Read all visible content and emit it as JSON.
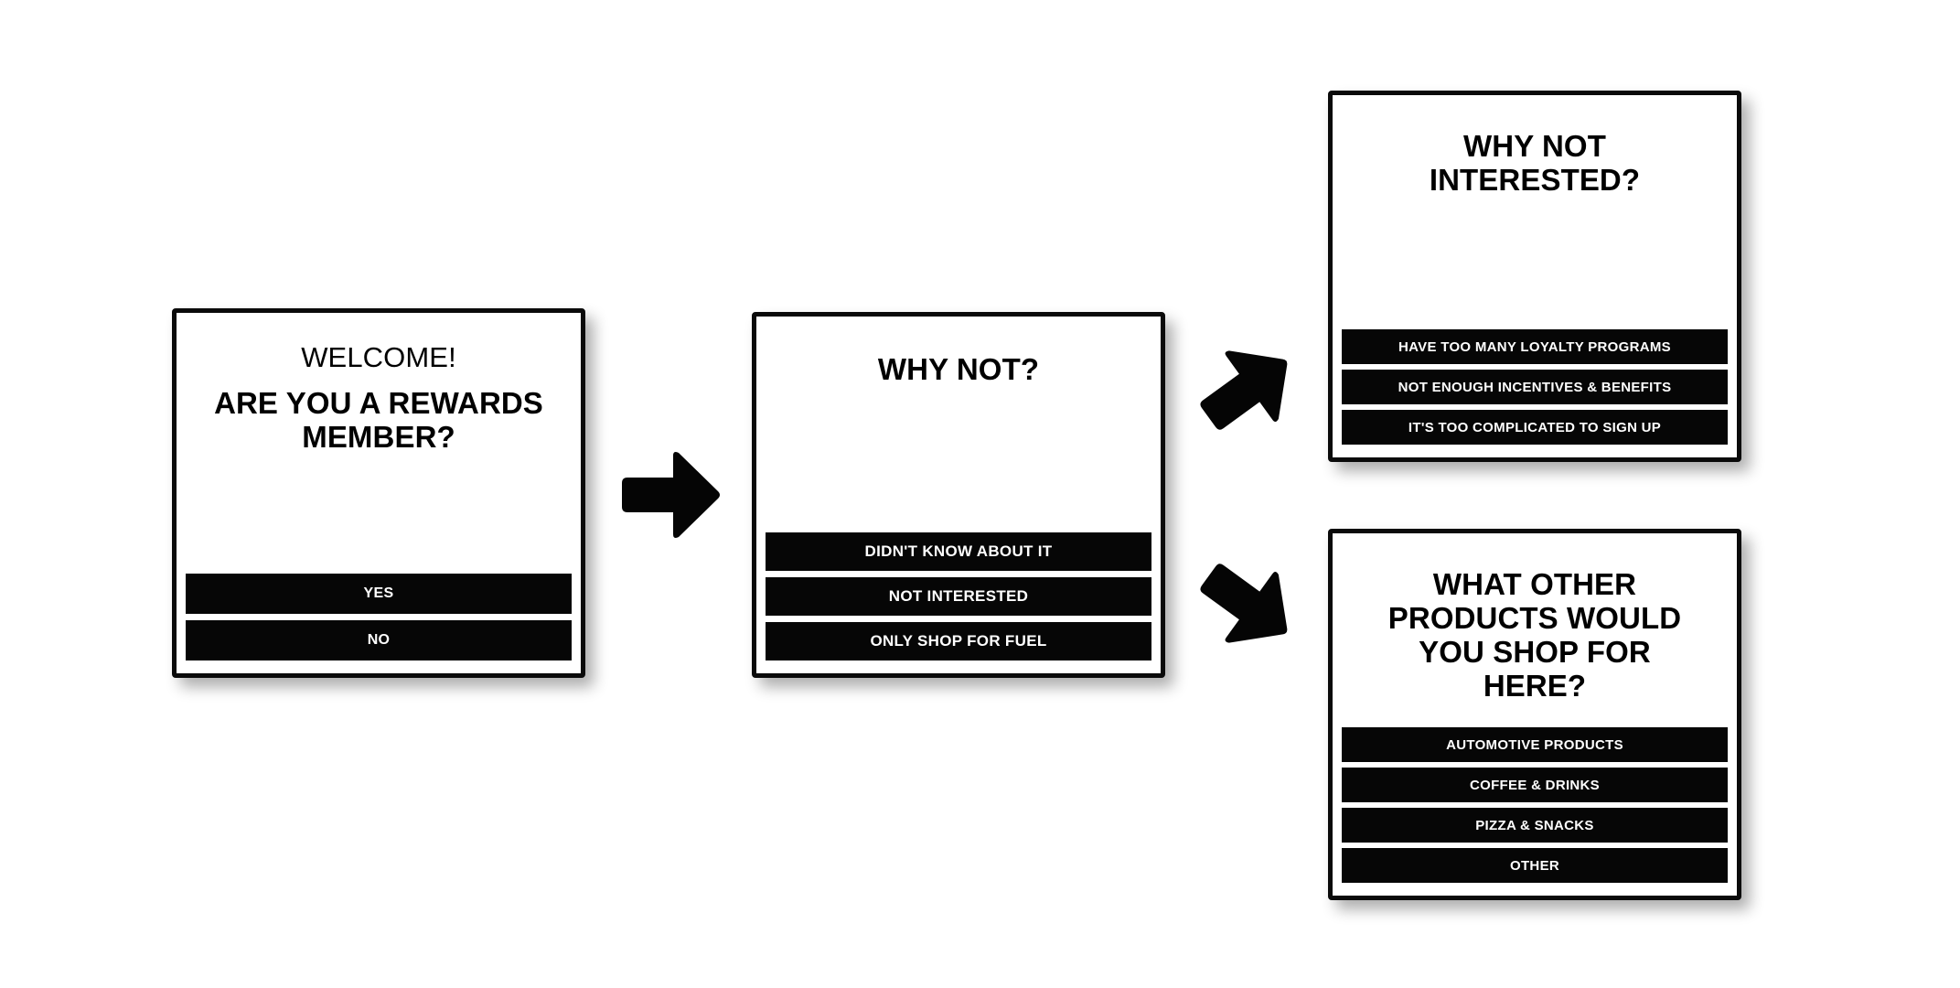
{
  "theme": {
    "background": "#ffffff",
    "card_background": "#ffffff",
    "card_border": "#0a0a0a",
    "button_background": "#060606",
    "button_text": "#ffffff",
    "title_text": "#000000",
    "arrow_fill": "#050505"
  },
  "flow": {
    "name": "Rewards Member Kiosk Survey Flow",
    "cards": [
      {
        "id": "welcome",
        "title_lines": [
          {
            "text": "WELCOME!",
            "weight": "light"
          },
          {
            "text": "ARE YOU A REWARDS MEMBER?",
            "weight": "bold"
          }
        ],
        "options": [
          "YES",
          "NO"
        ]
      },
      {
        "id": "why-not",
        "title_lines": [
          {
            "text": "WHY NOT?",
            "weight": "bold"
          }
        ],
        "options": [
          "DIDN'T KNOW ABOUT IT",
          "NOT INTERESTED",
          "ONLY SHOP FOR FUEL"
        ]
      },
      {
        "id": "not-interested",
        "title_lines": [
          {
            "text": "WHY NOT INTERESTED?",
            "weight": "bold"
          }
        ],
        "options": [
          "HAVE TOO MANY LOYALTY PROGRAMS",
          "NOT ENOUGH INCENTIVES & BENEFITS",
          "IT'S TOO COMPLICATED TO SIGN UP"
        ]
      },
      {
        "id": "other-products",
        "title_lines": [
          {
            "text": "WHAT OTHER PRODUCTS WOULD YOU SHOP FOR HERE?",
            "weight": "bold"
          }
        ],
        "options": [
          "AUTOMOTIVE PRODUCTS",
          "COFFEE & DRINKS",
          "PIZZA & SNACKS",
          "OTHER"
        ]
      }
    ],
    "connectors": [
      {
        "id": "welcome-to-whynot",
        "icon": "arrow-right-icon",
        "direction": "right"
      },
      {
        "id": "whynot-to-notinterested",
        "icon": "arrow-up-right-icon",
        "direction": "up-right"
      },
      {
        "id": "whynot-to-products",
        "icon": "arrow-down-right-icon",
        "direction": "down-right"
      }
    ]
  }
}
